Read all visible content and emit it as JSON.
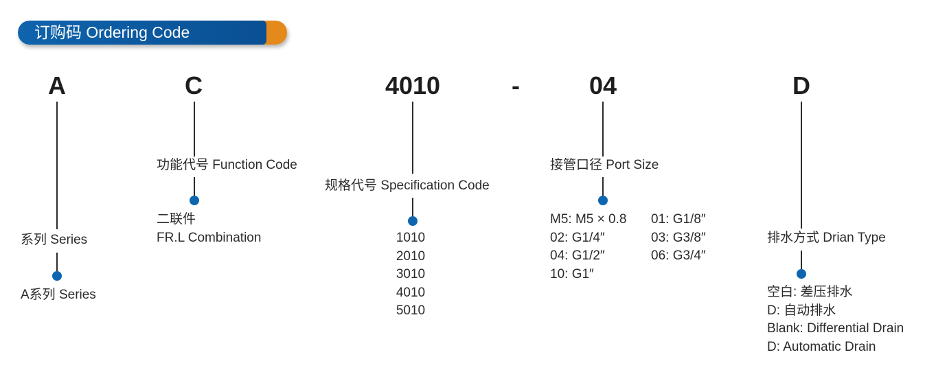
{
  "header": {
    "title": "订购码 Ordering Code",
    "blue": "#0f64ad",
    "orange": "#e38a1b"
  },
  "code_parts": [
    {
      "code": "A",
      "label": "系列 Series",
      "options": [
        "A系列 Series"
      ]
    },
    {
      "code": "C",
      "label": "功能代号 Function Code",
      "options": [
        "二联件",
        "FR.L Combination"
      ]
    },
    {
      "code": "4010",
      "label": "规格代号 Specification Code",
      "options": [
        "1010",
        "2010",
        "3010",
        "4010",
        "5010"
      ]
    },
    {
      "code": "-"
    },
    {
      "code": "04",
      "label": "接管口径 Port Size",
      "options_col1": [
        "M5: M5 × 0.8",
        "02: G1/4″",
        "04: G1/2″",
        "10: G1″"
      ],
      "options_col2": [
        "01: G1/8″",
        "03: G3/8″",
        "06: G3/4″"
      ]
    },
    {
      "code": "D",
      "label": "排水方式 Drian Type",
      "options": [
        "空白: 差压排水",
        "D: 自动排水",
        "Blank: Differential Drain",
        "D: Automatic Drain"
      ]
    }
  ],
  "colors": {
    "dot": "#0f66b0",
    "line": "#2b2b2b",
    "text": "#2b2b2b"
  }
}
